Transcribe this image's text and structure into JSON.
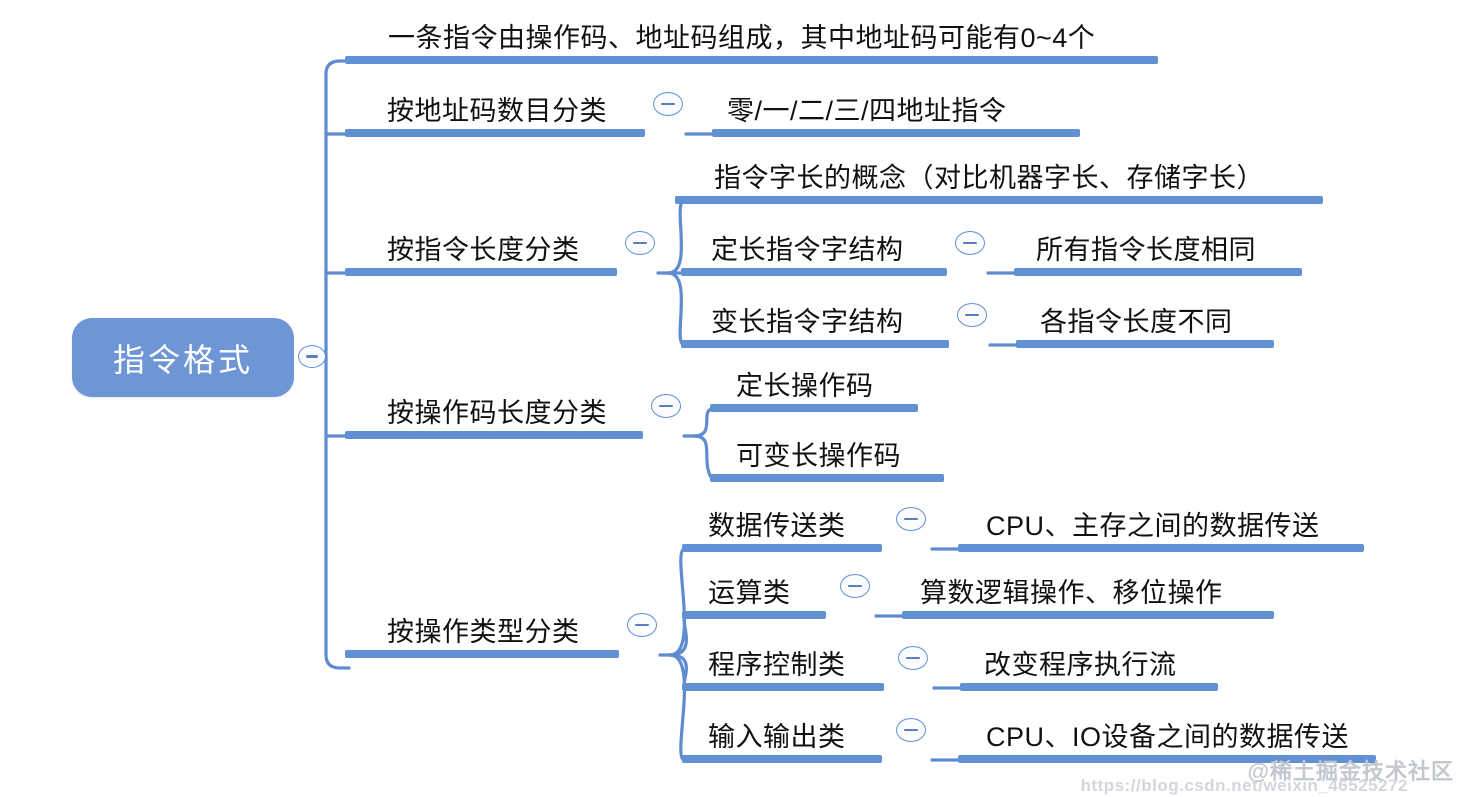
{
  "root": {
    "label": "指令格式",
    "color": "#6e96d6",
    "text_color": "#ffffff",
    "toggle": "collapse-toggle-icon"
  },
  "theme": {
    "bar_color": "#6190d4",
    "line_color": "#5f8bcf",
    "background": "#ffffff",
    "text_color": "#111111"
  },
  "branches": [
    {
      "id": "b1",
      "label": "一条指令由操作码、地址码组成，其中地址码可能有0~4个",
      "has_toggle": false,
      "children": []
    },
    {
      "id": "b2",
      "label": "按地址码数目分类",
      "has_toggle": true,
      "children": [
        {
          "id": "b2c1",
          "label": "零/一/二/三/四地址指令",
          "has_toggle": false,
          "children": []
        }
      ]
    },
    {
      "id": "b3",
      "label": "按指令长度分类",
      "has_toggle": true,
      "children": [
        {
          "id": "b3c1",
          "label": "指令字长的概念（对比机器字长、存储字长）",
          "has_toggle": false,
          "children": []
        },
        {
          "id": "b3c2",
          "label": "定长指令字结构",
          "has_toggle": true,
          "children": [
            {
              "id": "b3c2g1",
              "label": "所有指令长度相同",
              "has_toggle": false,
              "children": []
            }
          ]
        },
        {
          "id": "b3c3",
          "label": "变长指令字结构",
          "has_toggle": true,
          "children": [
            {
              "id": "b3c3g1",
              "label": "各指令长度不同",
              "has_toggle": false,
              "children": []
            }
          ]
        }
      ]
    },
    {
      "id": "b4",
      "label": "按操作码长度分类",
      "has_toggle": true,
      "children": [
        {
          "id": "b4c1",
          "label": "定长操作码",
          "has_toggle": false,
          "children": []
        },
        {
          "id": "b4c2",
          "label": "可变长操作码",
          "has_toggle": false,
          "children": []
        }
      ]
    },
    {
      "id": "b5",
      "label": "按操作类型分类",
      "has_toggle": true,
      "children": [
        {
          "id": "b5c1",
          "label": "数据传送类",
          "has_toggle": true,
          "children": [
            {
              "id": "b5c1g1",
              "label": "CPU、主存之间的数据传送",
              "has_toggle": false,
              "children": []
            }
          ]
        },
        {
          "id": "b5c2",
          "label": "运算类",
          "has_toggle": true,
          "children": [
            {
              "id": "b5c2g1",
              "label": "算数逻辑操作、移位操作",
              "has_toggle": false,
              "children": []
            }
          ]
        },
        {
          "id": "b5c3",
          "label": "程序控制类",
          "has_toggle": true,
          "children": [
            {
              "id": "b5c3g1",
              "label": "改变程序执行流",
              "has_toggle": false,
              "children": []
            }
          ]
        },
        {
          "id": "b5c4",
          "label": "输入输出类",
          "has_toggle": true,
          "children": [
            {
              "id": "b5c4g1",
              "label": "CPU、IO设备之间的数据传送",
              "has_toggle": false,
              "children": []
            }
          ]
        }
      ]
    }
  ],
  "watermark": {
    "account": "@稀土掘金技术社区",
    "url": "https://blog.csdn.net/weixin_46525272"
  }
}
